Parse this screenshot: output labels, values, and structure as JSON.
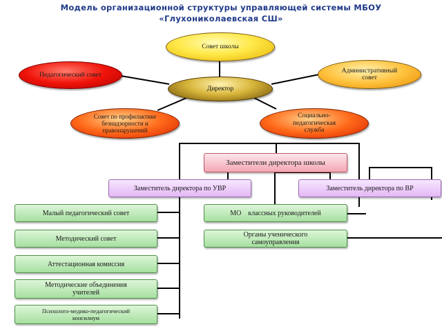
{
  "title_line1": "Модель организационной структуры управляющей системы  МБОУ",
  "title_line2": "«Глухониколаевская  СШ»",
  "nodes": {
    "council": "Совет школы",
    "pedagogical_council": "Педагогический совет",
    "admin_council": "Административный совет",
    "director": "Директор",
    "prevention_council": "Совет по профилактике безнадзорности и правонарушений",
    "social_service": "Социально-педагогическая служба",
    "deputies": "Заместители директора школы",
    "deputy_uvr": "Заместитель директора по УВР",
    "deputy_vr": "Заместитель директора по ВР",
    "small_ped_council": "Малый педагогический совет",
    "mo_class_leaders": "МО    классных руководителей",
    "methodical_council": "Методический совет",
    "student_self_gov": "Органы ученического самоуправления",
    "attestation_commission": "Аттестационная комиссия",
    "methodical_associations": "Методические объединения учителей",
    "pmpk": "Психолого-медико-педагогический консилиум"
  },
  "colors": {
    "title": "#1f3a8a",
    "line": "#000000"
  }
}
